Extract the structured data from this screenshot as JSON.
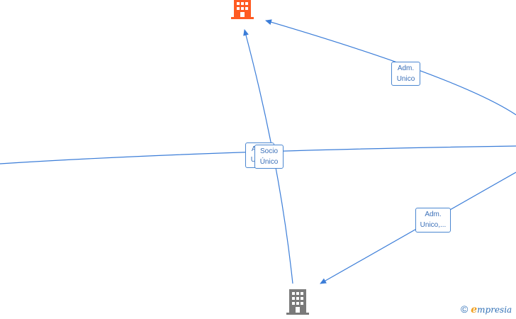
{
  "colors": {
    "edge": "#3b7dd8",
    "highlight_node": "#ff5b22",
    "node": "#7a7a7a",
    "label_border": "#4a86d0",
    "label_text": "#3a6fb8"
  },
  "nodes": [
    {
      "icon": "building-icon",
      "role": "highlighted-company"
    },
    {
      "icon": "building-icon",
      "role": "company"
    }
  ],
  "edge_labels": [
    {
      "line1": "Adm.",
      "line2": "Unico"
    },
    {
      "line1": "Adm.",
      "line2": "Unico"
    },
    {
      "line1": "Socio",
      "line2": "Único"
    },
    {
      "line1": "Adm.",
      "line2": "Unico,..."
    }
  ],
  "watermark": {
    "symbol": "©",
    "brand_initial": "e",
    "brand_rest": "mpresia"
  }
}
